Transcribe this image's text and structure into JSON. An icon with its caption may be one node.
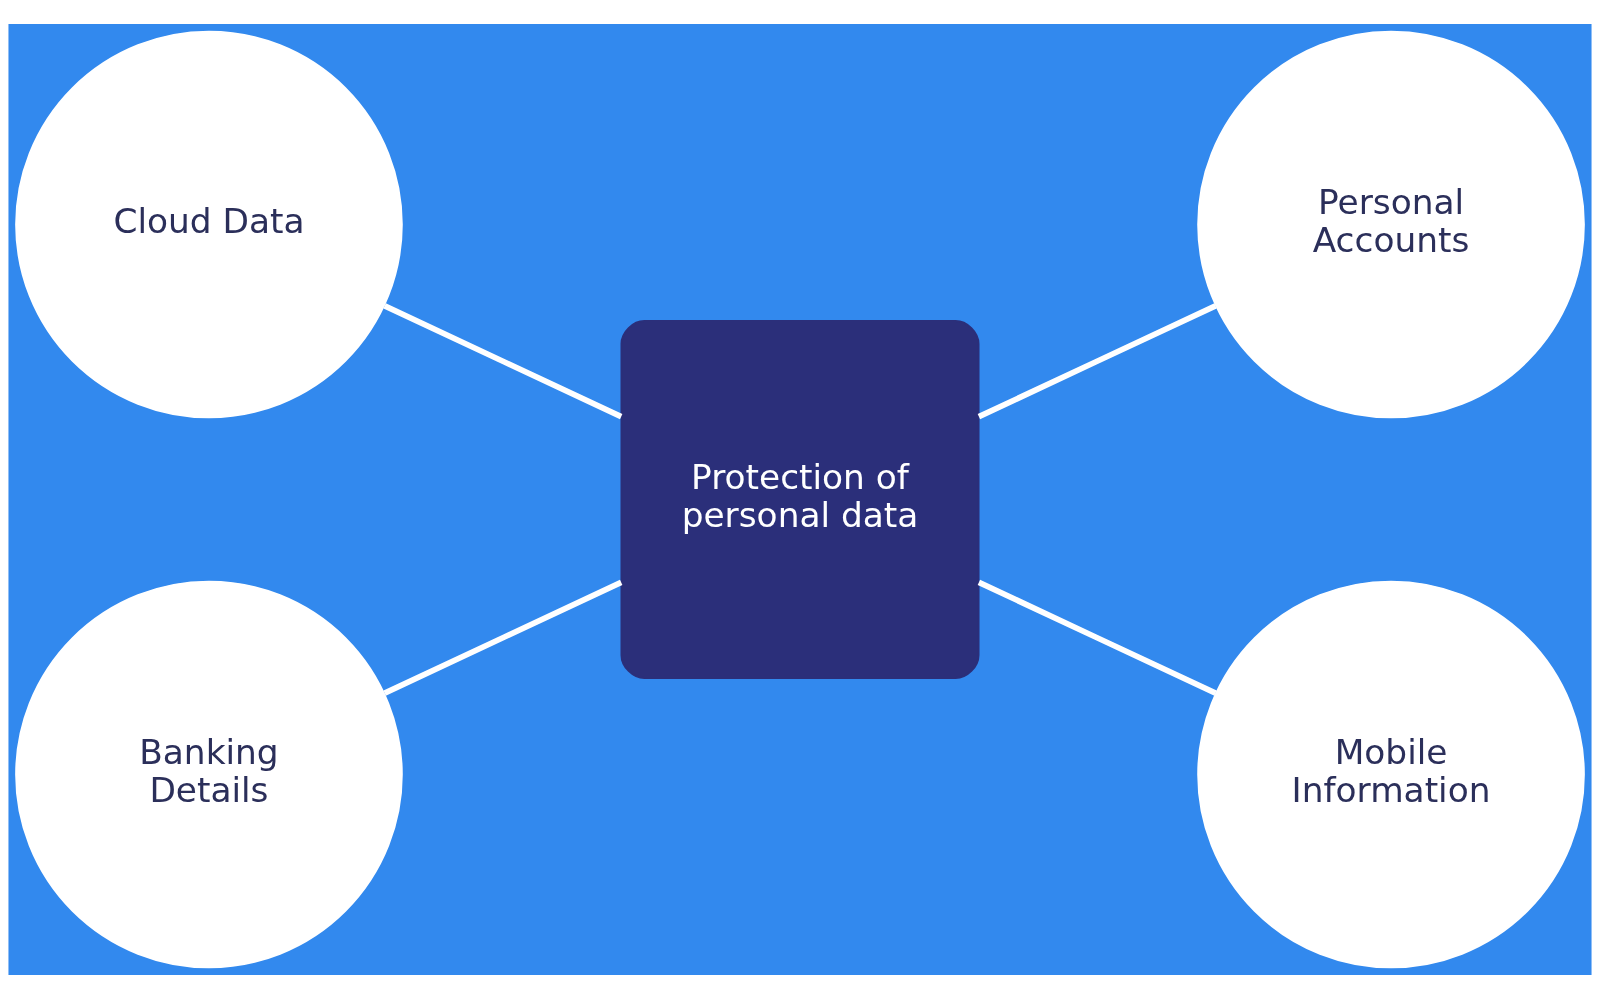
{
  "diagram": {
    "nodes": [
      {
        "text": [
          "Cloud Data"
        ]
      },
      {
        "text": [
          "Personal Accounts"
        ]
      },
      {
        "text": [
          "Protection of personal data"
        ]
      },
      {
        "text": [
          "Banking Details"
        ]
      },
      {
        "text": [
          "Mobile Information"
        ]
      }
    ],
    "edges": [
      {
        "from": 0,
        "to": 2,
        "arrow": "none"
      },
      {
        "from": 2,
        "to": 1,
        "arrow": "none"
      },
      {
        "from": 3,
        "to": 2,
        "arrow": "none"
      },
      {
        "from": 2,
        "to": 4,
        "arrow": "none"
      }
    ]
  }
}
